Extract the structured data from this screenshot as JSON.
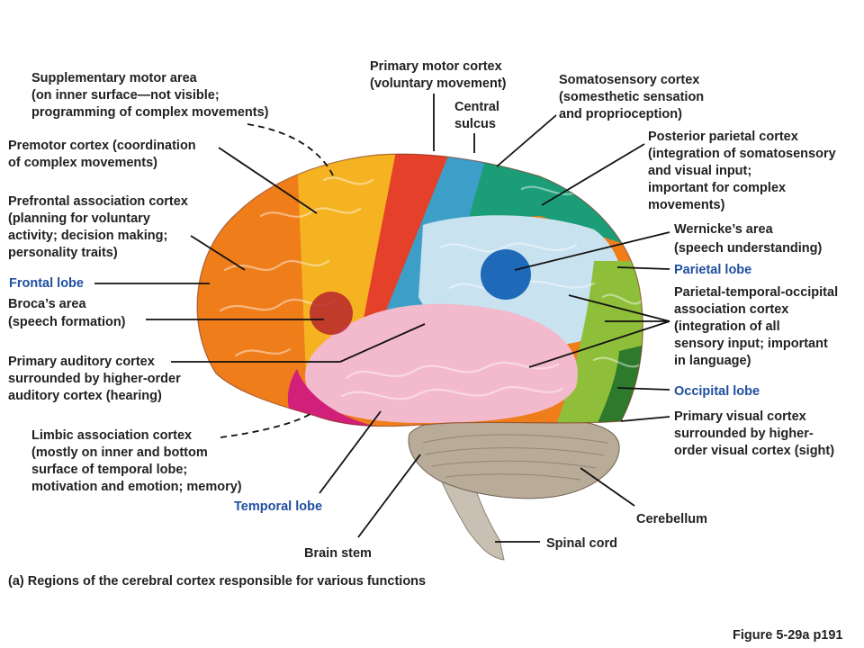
{
  "labels": {
    "supplementary_motor_area": "Supplementary motor area\n(on inner surface—not visible;\nprogramming of complex movements)",
    "primary_motor_cortex": "Primary motor cortex\n(voluntary movement)",
    "somatosensory_cortex": "Somatosensory cortex\n(somesthetic sensation\nand proprioception)",
    "central_sulcus": "Central\nsulcus",
    "premotor_cortex": "Premotor cortex (coordination\nof complex movements)",
    "posterior_parietal_cortex": "Posterior parietal cortex\n(integration of somatosensory\nand visual input;\nimportant for complex\nmovements)",
    "prefrontal_association_cortex": "Prefrontal association cortex\n(planning for voluntary\nactivity; decision making;\npersonality traits)",
    "wernickes_area": "Wernicke’s area\n(speech understanding)",
    "frontal_lobe": "Frontal lobe",
    "parietal_lobe": "Parietal lobe",
    "brocas_area": "Broca’s area\n(speech formation)",
    "parietal_temporal_occipital": "Parietal-temporal-occipital\nassociation cortex\n(integration of all\nsensory input; important\nin language)",
    "primary_auditory_cortex": "Primary auditory cortex\nsurrounded by higher-order\nauditory cortex (hearing)",
    "occipital_lobe": "Occipital lobe",
    "limbic_association_cortex": "Limbic association cortex\n(mostly on inner and bottom\nsurface of temporal lobe;\nmotivation and emotion; memory)",
    "primary_visual_cortex": "Primary visual cortex\nsurrounded by higher-\norder visual cortex (sight)",
    "temporal_lobe": "Temporal lobe",
    "cerebellum": "Cerebellum",
    "spinal_cord": "Spinal cord",
    "brain_stem": "Brain stem"
  },
  "caption": "(a) Regions of the cerebral cortex responsible for various functions",
  "figure_ref": "Figure 5-29a p191",
  "colors": {
    "frontal_orange": "#ef7d1a",
    "premotor_yellow": "#f5b321",
    "primary_motor_red": "#e4402a",
    "somatosensory_blue": "#3d9fc8",
    "posterior_parietal_green": "#1b9d78",
    "parietal_pale_blue": "#c9e2ef",
    "wernicke_blue": "#1e6ab8",
    "occipital_green": "#8fbf3a",
    "visual_green": "#2d7a2c",
    "temporal_pink": "#f3b9cc",
    "limbic_magenta": "#d21f7a",
    "broca_red": "#b7262c",
    "cerebellum_tan": "#b8ab97",
    "brainstem_gray": "#c9c0b3",
    "lobe_label_blue": "#1f4fa0",
    "text": "#222222"
  }
}
